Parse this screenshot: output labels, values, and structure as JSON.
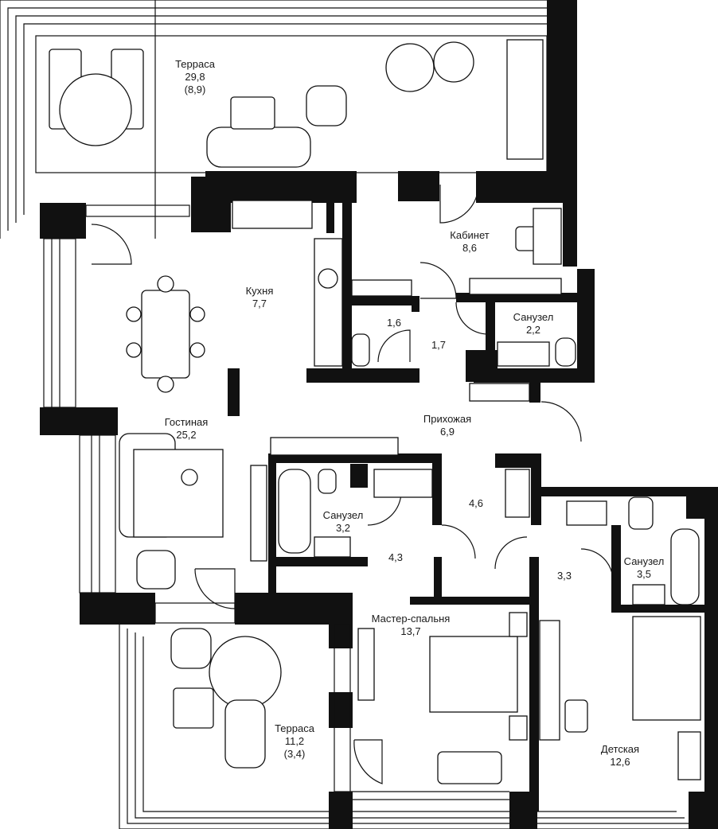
{
  "rooms": {
    "terrace_top": {
      "name": "Терраса",
      "area": "29,8",
      "sub": "(8,9)"
    },
    "kitchen": {
      "name": "Кухня",
      "area": "7,7"
    },
    "office": {
      "name": "Кабинет",
      "area": "8,6"
    },
    "wc_small": {
      "area": "1,6"
    },
    "corridor_small": {
      "area": "1,7"
    },
    "bath_top": {
      "name": "Санузел",
      "area": "2,2"
    },
    "living": {
      "name": "Гостиная",
      "area": "25,2"
    },
    "hall": {
      "name": "Прихожая",
      "area": "6,9"
    },
    "bath_mid": {
      "name": "Санузел",
      "area": "3,2"
    },
    "closet_46": {
      "area": "4,6"
    },
    "closet_43": {
      "area": "4,3"
    },
    "closet_33": {
      "area": "3,3"
    },
    "bath_right": {
      "name": "Санузел",
      "area": "3,5"
    },
    "master": {
      "name": "Мастер-спальня",
      "area": "13,7"
    },
    "kids": {
      "name": "Детская",
      "area": "12,6"
    },
    "terrace_bottom": {
      "name": "Терраса",
      "area": "11,2",
      "sub": "(3,4)"
    }
  }
}
